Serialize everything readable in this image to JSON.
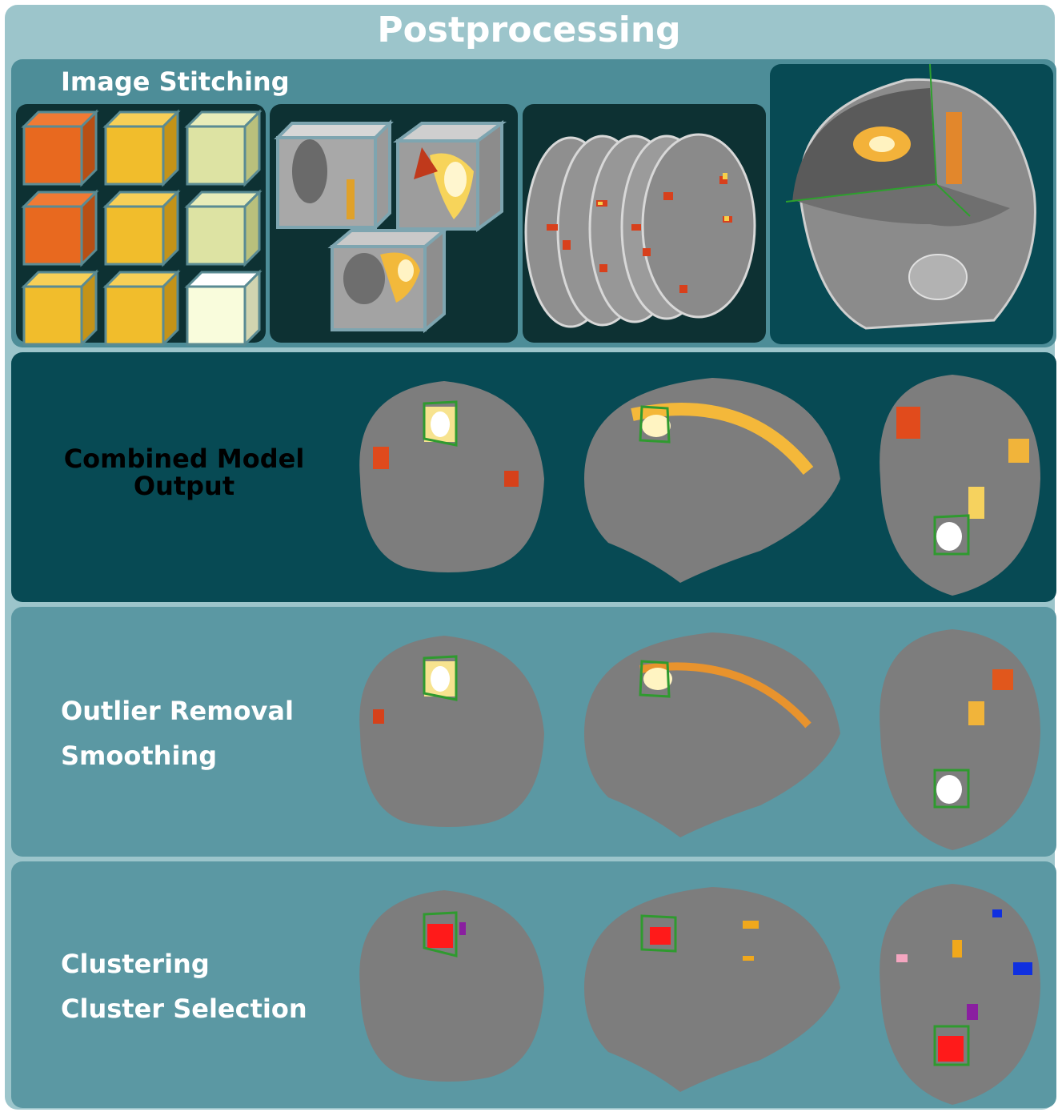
{
  "title": "Postprocessing",
  "stages": {
    "image_stitching": "Image Stitching",
    "combined_model_output": [
      "Combined Model",
      "Output"
    ],
    "outlier_removal": [
      "Outlier Removal",
      "Smoothing"
    ],
    "clustering": [
      "Clustering",
      "Cluster Selection"
    ]
  },
  "colors": {
    "outer_frame": "#9cc5cb",
    "panel_light": "#5b98a3",
    "panel_dark": "#074a54",
    "box_dark": "#0d3133",
    "cube_orange": "#e8691f",
    "cube_gold": "#f1bd2c",
    "cube_pale": "#dde3a3",
    "cube_white": "#f9fcdc",
    "roi_outline": "#2f9a2f",
    "cluster_red": "#ff1a1a",
    "cluster_orange": "#f0a81c",
    "cluster_blue": "#1030e0",
    "cluster_purple": "#8a1fa0",
    "cluster_pink": "#f4a6c0"
  },
  "cube_grid": [
    [
      "orange",
      "gold",
      "pale"
    ],
    [
      "orange",
      "gold",
      "pale"
    ],
    [
      "gold",
      "gold",
      "white"
    ]
  ]
}
